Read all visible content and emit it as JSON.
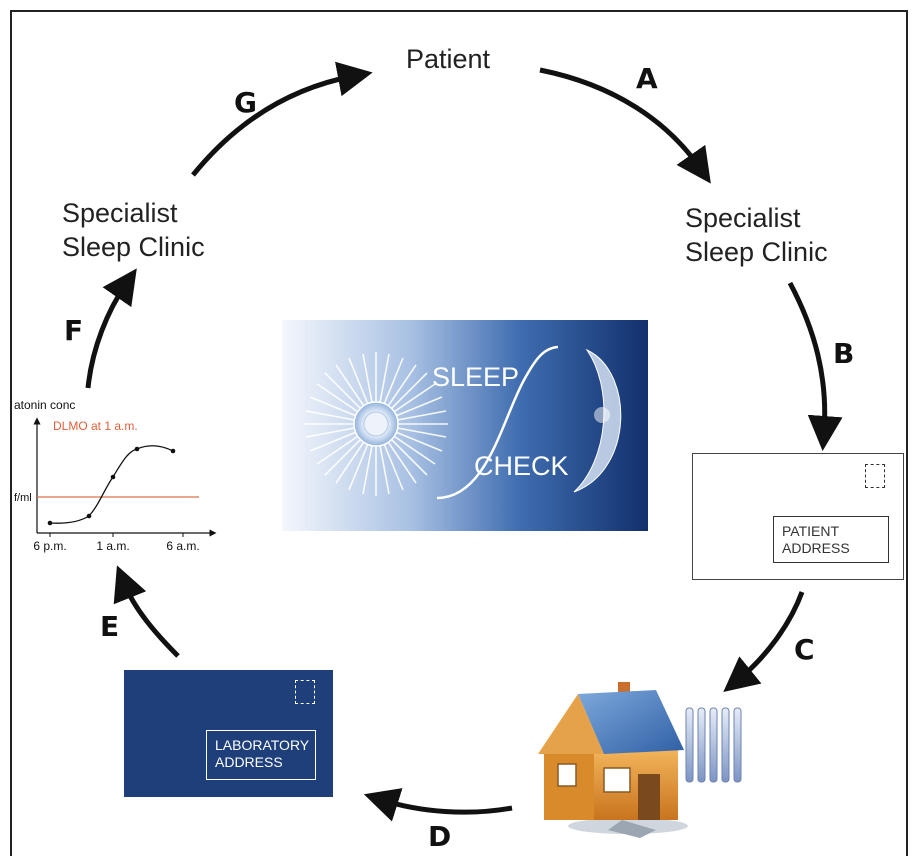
{
  "nodes": {
    "patient": "Patient",
    "clinic_right": [
      "Specialist",
      "Sleep Clinic"
    ],
    "clinic_left": [
      "Specialist",
      "Sleep Clinic"
    ]
  },
  "steps": [
    "A",
    "B",
    "C",
    "D",
    "E",
    "F",
    "G"
  ],
  "logo": {
    "word1": "SLEEP",
    "word2": "CHECK"
  },
  "patient_envelope": {
    "address": [
      "PATIENT",
      "ADDRESS"
    ]
  },
  "lab_envelope": {
    "address": [
      "LABORATORY",
      "ADDRESS"
    ]
  },
  "graph": {
    "ylabel": "atonin conc",
    "annotation": "DLMO at 1 a.m.",
    "threshold_label": "f/ml",
    "ticks": [
      "6 p.m.",
      "1 a.m.",
      "6 a.m."
    ]
  },
  "colors": {
    "navy": "#1e3f7a",
    "threshold": "#d9734a",
    "annotation": "#e0603a",
    "house_roof": "#4a7fc0",
    "house_wall": "#e0942e"
  }
}
